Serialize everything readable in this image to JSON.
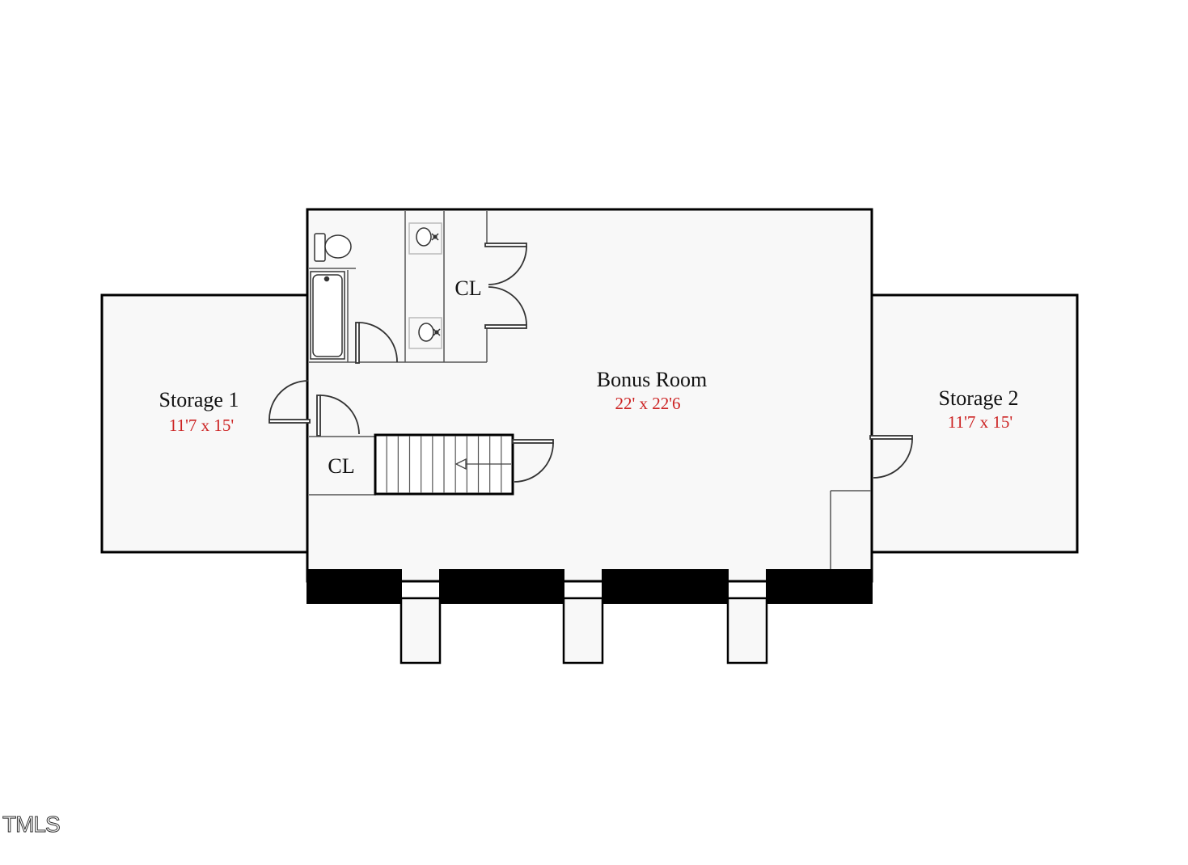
{
  "colors": {
    "floor": "#f8f8f8",
    "wall": "#000000",
    "dimension": "#cc2222",
    "fixture_line": "#555555"
  },
  "rooms": {
    "bonus": {
      "name": "Bonus Room",
      "dims": "22' x 22'6"
    },
    "storage1": {
      "name": "Storage 1",
      "dims": "11'7 x 15'"
    },
    "storage2": {
      "name": "Storage 2",
      "dims": "11'7 x 15'"
    }
  },
  "closets": {
    "upper": "CL",
    "lower": "CL"
  },
  "icons": [
    "toilet-icon",
    "bathtub-icon",
    "sink-icon",
    "door-swing-icon",
    "stairs-icon",
    "arrow-icon"
  ],
  "watermark": "TMLS"
}
